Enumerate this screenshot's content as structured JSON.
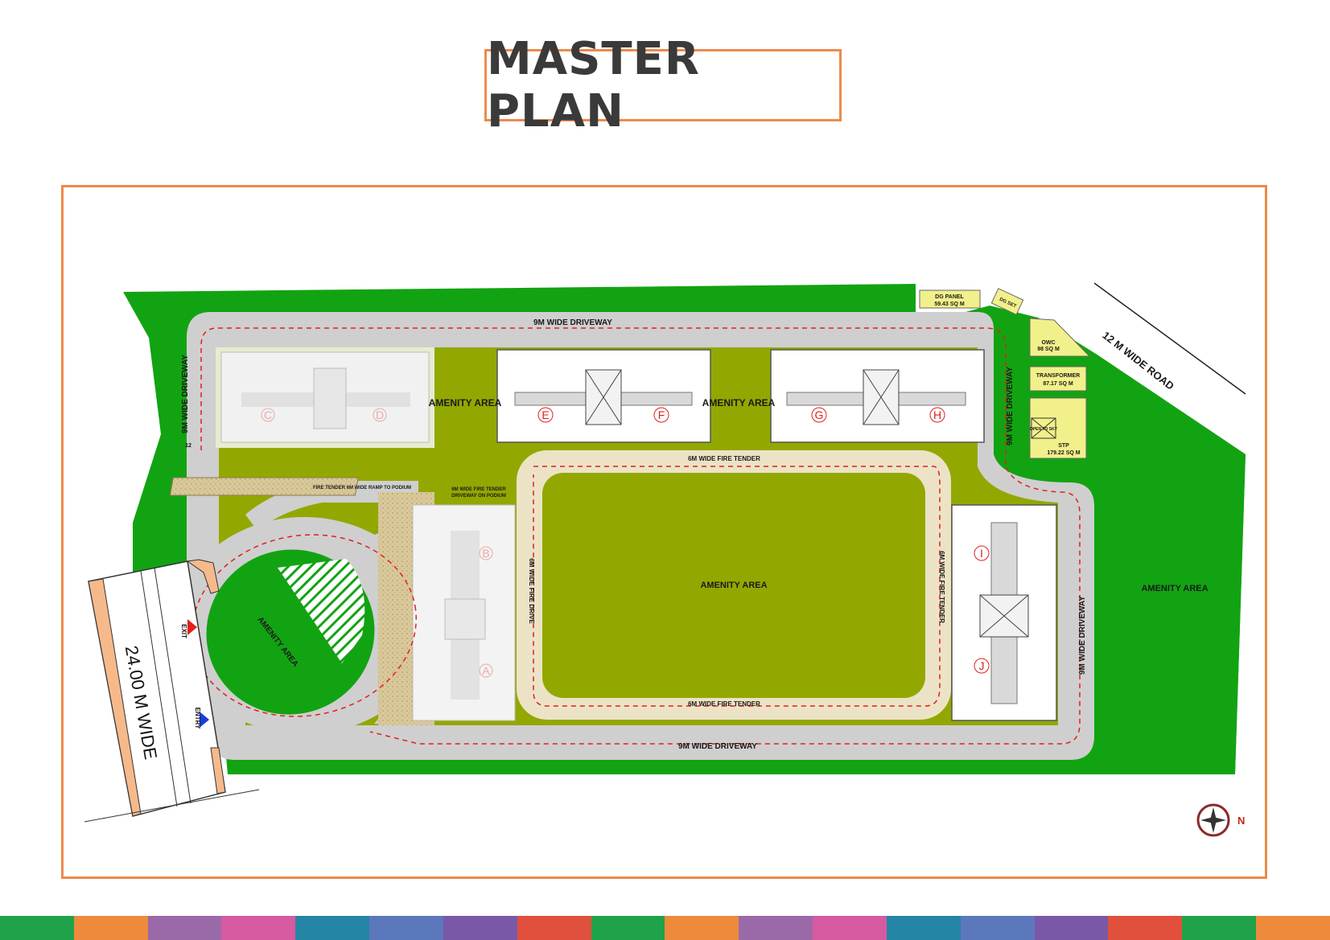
{
  "title": "MASTER PLAN",
  "labels": {
    "driveway_top": "9M WIDE DRIVEWAY",
    "driveway_left": "9M WIDE DRIVEWAY",
    "driveway_right_upper": "9M WIDE DRIVEWAY",
    "driveway_right_lower": "9M WIDE DRIVEWAY",
    "driveway_bottom": "9M WIDE DRIVEWAY",
    "fire_tender_top": "6M WIDE FIRE TENDER",
    "fire_tender_bottom": "6M WIDE FIRE TENDER",
    "fire_tender_right": "6M WIDE FIRE TENDER",
    "fire_drive_left": "6M WIDE FIRE DRIVE",
    "podium_driveway_1": "6M WIDE FIRE TENDER",
    "podium_driveway_2": "DRIVEWAY ON PODIUM",
    "ramp": "FIRE TENDER 6M WIDE RAMP TO PODIUM",
    "road_12m": "12 M WIDE ROAD",
    "road_24m": "24.00 M WIDE",
    "amenity_1": "AMENITY AREA",
    "amenity_2": "AMENITY AREA",
    "amenity_central": "AMENITY AREA",
    "amenity_circle": "AMENITY AREA",
    "amenity_right": "AMENITY AREA",
    "exit": "EXIT",
    "entry": "ENTRY",
    "north": "N",
    "small_12": "12"
  },
  "utilities": {
    "dg_panel_name": "DG PANEL",
    "dg_panel_area": "59.43 SQ M",
    "dg_set_name": "DG SET",
    "owc_name": "OWC",
    "owc_area": "98 SQ M",
    "transformer_name": "TRANSFORMER",
    "transformer_area": "87.17 SQ M",
    "open_to_sky": "OPEN TO SKY",
    "stp_name": "STP",
    "stp_area": "179.22 SQ M"
  },
  "towers": [
    "A",
    "B",
    "C",
    "D",
    "E",
    "F",
    "G",
    "H",
    "I",
    "J"
  ],
  "colors": {
    "accent": "#ee8a4a",
    "landscape_green": "#12a312",
    "amenity_olive": "#92a800",
    "road_grey": "#cfcfcf",
    "fire_tender_beige": "#ece3c6",
    "utility_yellow": "#f2f08a",
    "tower_marker_red": "#e0201c"
  },
  "stripes": [
    "#1fa24a",
    "#ee8a3c",
    "#9a6aa8",
    "#d65aa0",
    "#2585a5",
    "#5c78bc",
    "#7a58a8",
    "#e0503c",
    "#1fa24a",
    "#ee8a3c",
    "#9a6aa8",
    "#d65aa0",
    "#2585a5",
    "#5c78bc",
    "#7a58a8",
    "#e0503c",
    "#1fa24a",
    "#ee8a3c"
  ]
}
